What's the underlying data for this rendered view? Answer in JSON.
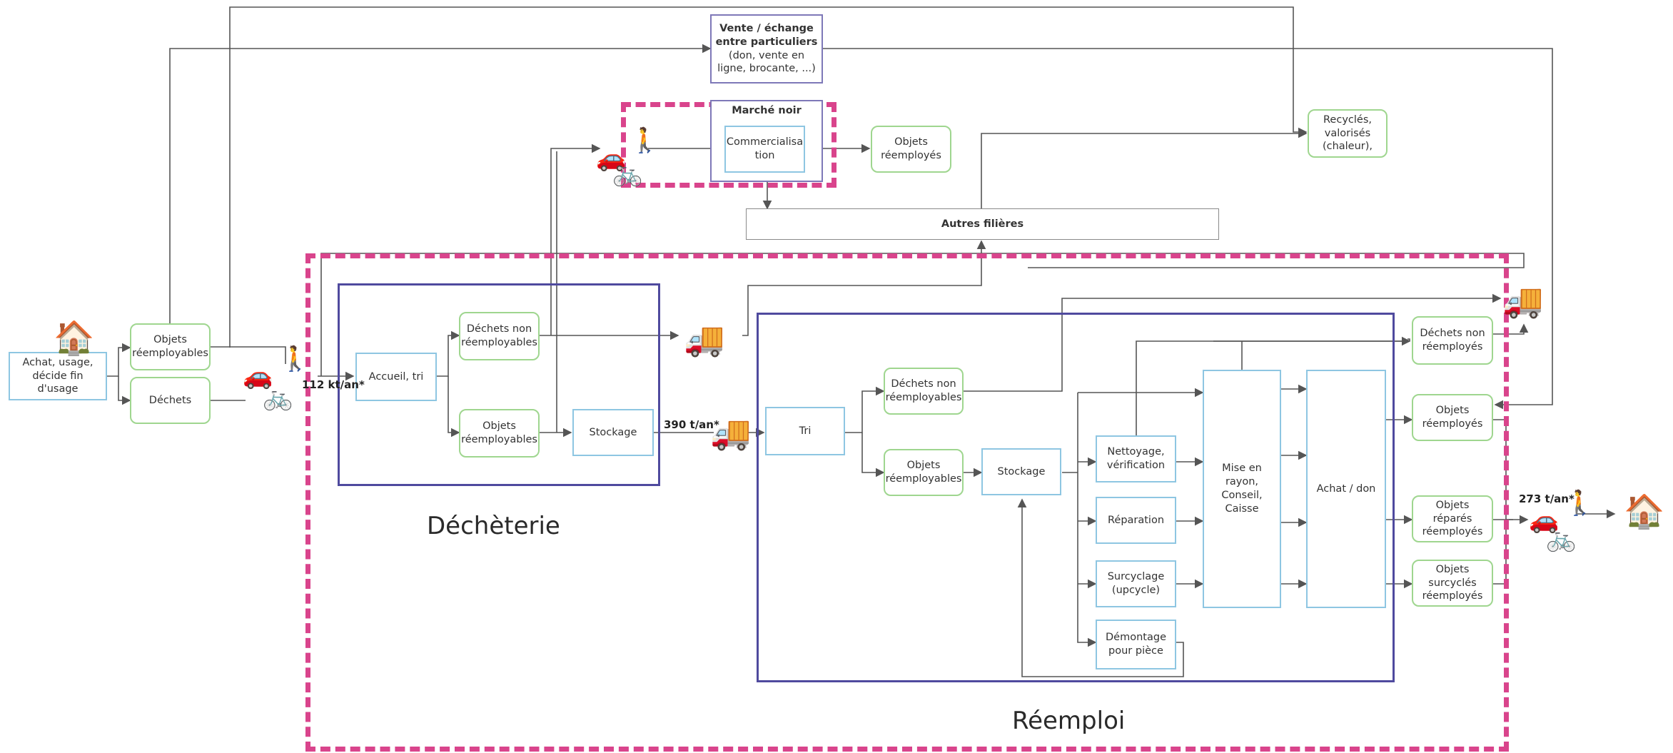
{
  "boxes": {
    "achat_usage": "Achat, usage, décide fin d'usage",
    "objets_reemployables_left": "Objets réemployables",
    "dechets_left": "Déchets",
    "vente_title": "Vente / échange entre particuliers",
    "vente_sub": "(don, vente en ligne, brocante, ...)",
    "marche_noir": "Marché noir",
    "commercialisation": "Commercialisa tion",
    "objets_reemployes_top": "Objets réemployés",
    "recycles": "Recyclés, valorisés (chaleur),",
    "autres_filieres": "Autres filières",
    "accueil_tri": "Accueil, tri",
    "dechets_non_reemployables_dech": "Déchets non réemployables",
    "objets_reemployables_dech": "Objets réemployables",
    "stockage_dech": "Stockage",
    "tri": "Tri",
    "dechets_non_reemployables_reemp": "Déchets non réemployables",
    "objets_reemployables_reemp": "Objets réemployables",
    "stockage_reemp": "Stockage",
    "nettoyage": "Nettoyage, vérification",
    "reparation": "Réparation",
    "surcyclage": "Surcyclage (upcycle)",
    "demontage": "Démontage pour pièce",
    "mise_en_rayon": "Mise en rayon, Conseil, Caisse",
    "achat_don": "Achat / don",
    "dechets_non_reemployes": "Déchets non réemployés",
    "objets_reemployes_right": "Objets réemployés",
    "objets_repares": "Objets réparés réemployés",
    "objets_surcycles": "Objets surcyclés réemployés"
  },
  "labels": {
    "decheterie": "Déchèterie",
    "reemploi": "Réemploi",
    "flow_112": "112 kt/an*",
    "flow_390": "390 t/an*",
    "flow_273": "273 t/an*"
  },
  "icons": {
    "house": "house-icon",
    "truck": "delivery-truck-icon",
    "car": "car-icon",
    "bike": "bicycle-icon",
    "person": "walking-person-icon"
  },
  "colors": {
    "blue_box": "#8ec6e2",
    "green_box": "#9fd68f",
    "frame": "#4f4a9e",
    "dash": "#d9448c",
    "wire": "#555555"
  }
}
